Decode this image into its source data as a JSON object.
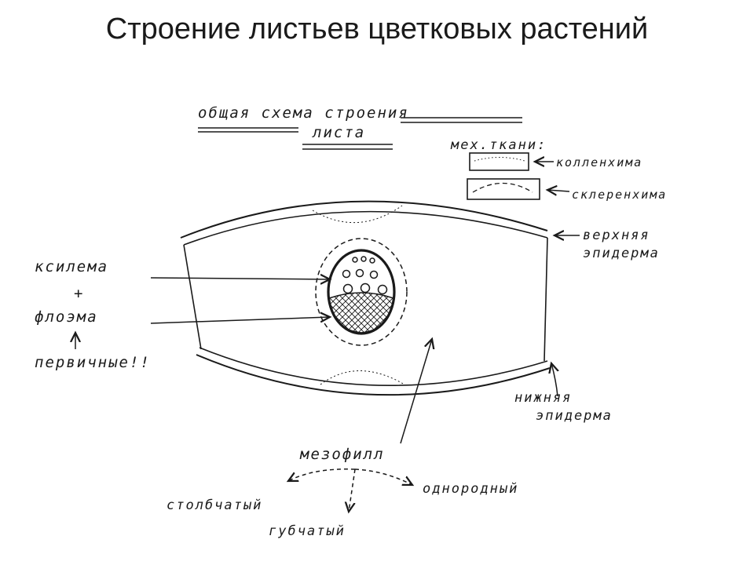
{
  "title": "Строение листьев цветковых растений",
  "diagram": {
    "heading_line1": "общая схема строения",
    "heading_line2": "листа",
    "mech_tissues": "мех.ткани:",
    "collenchyma": "колленхима",
    "sclerenchyma": "склеренхима",
    "upper_epidermis_1": "верхняя",
    "upper_epidermis_2": "эпидерма",
    "lower_epidermis_1": "нижняя",
    "lower_epidermis_2": "эпидерма",
    "xylem": "ксилема",
    "plus": "+",
    "phloem": "флоэма",
    "primary": "первичные!!",
    "mesophyll": "мезофилл",
    "palisade": "столбчатый",
    "spongy": "губчатый",
    "homogeneous": "однородный"
  }
}
